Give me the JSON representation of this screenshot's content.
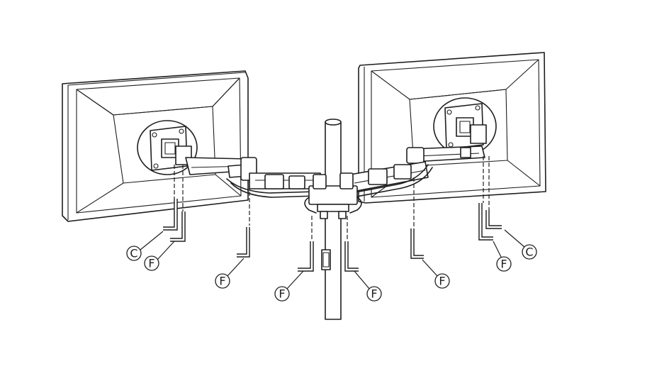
{
  "diagram": {
    "callouts": [
      {
        "id": "c-left",
        "letter": "C"
      },
      {
        "id": "f-left-1",
        "letter": "F"
      },
      {
        "id": "f-left-2",
        "letter": "F"
      },
      {
        "id": "f-center-left",
        "letter": "F"
      },
      {
        "id": "f-center-right",
        "letter": "F"
      },
      {
        "id": "f-right-2",
        "letter": "F"
      },
      {
        "id": "f-right-1",
        "letter": "F"
      },
      {
        "id": "c-right",
        "letter": "C"
      }
    ],
    "colors": {
      "line": "#1e1e1e",
      "background": "#ffffff"
    }
  }
}
